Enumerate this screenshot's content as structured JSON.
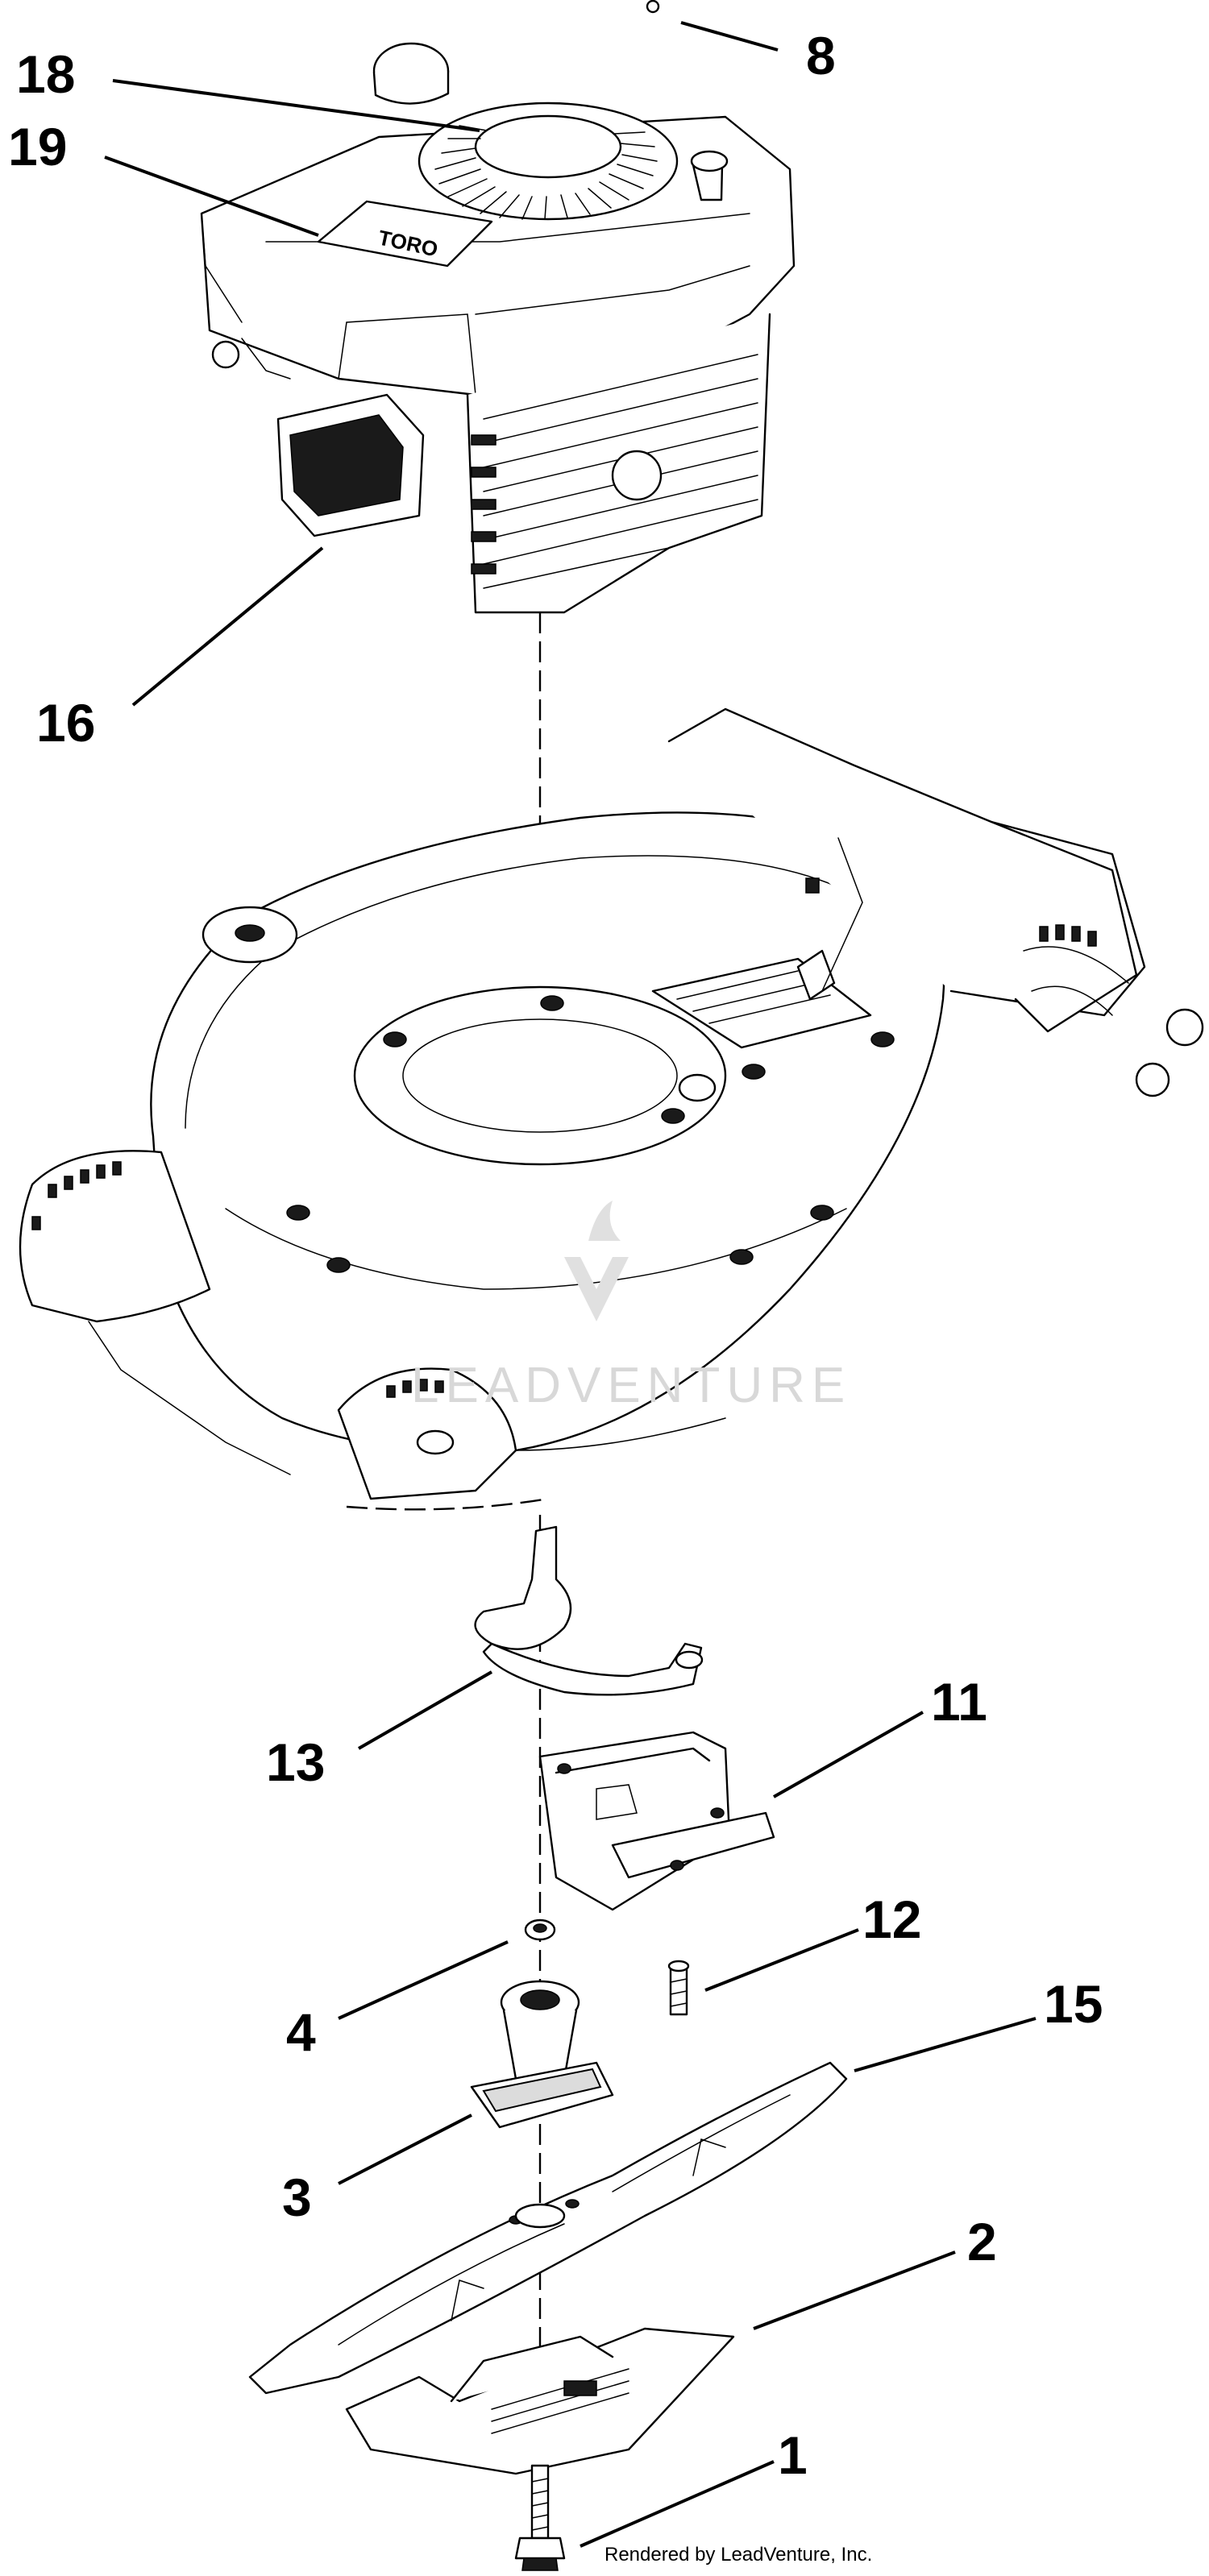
{
  "callouts": {
    "c8": "8",
    "c18": "18",
    "c19": "19",
    "c16": "16",
    "c13": "13",
    "c11": "11",
    "c4": "4",
    "c12": "12",
    "c15": "15",
    "c3": "3",
    "c2": "2",
    "c1": "1"
  },
  "watermark": "LEADVENTURE",
  "credit": "Rendered by LeadVenture, Inc.",
  "engine_decal": "TORO"
}
